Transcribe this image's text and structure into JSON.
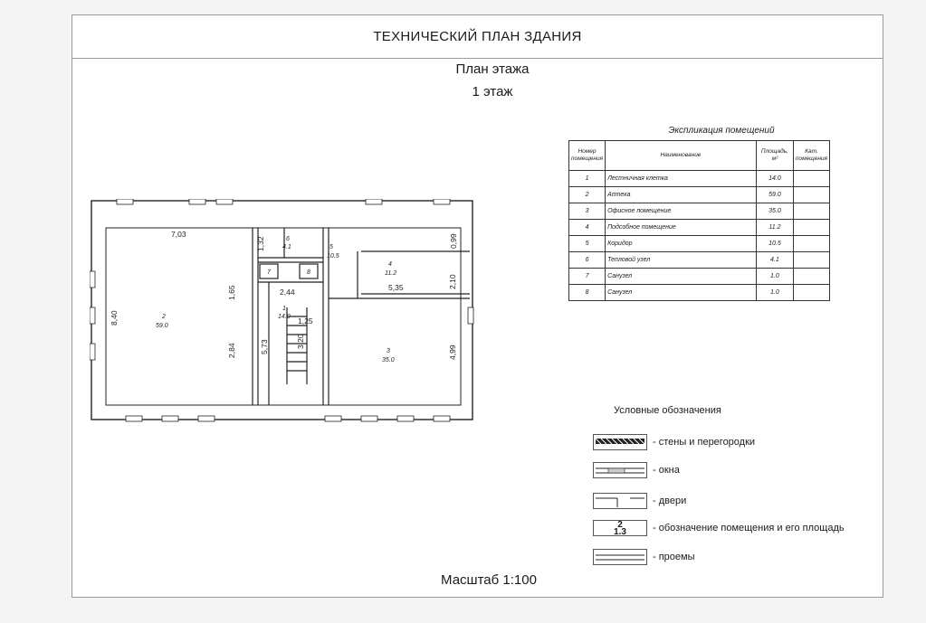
{
  "header": {
    "title": "ТЕХНИЧЕСКИЙ ПЛАН ЗДАНИЯ"
  },
  "plan": {
    "title": "План этажа",
    "floor": "1  этаж",
    "scale": "Масштаб 1:100",
    "dimensions": {
      "d703": "7,03",
      "d132": "1,32",
      "d099": "0,99",
      "d840": "8,40",
      "d165": "1,65",
      "d244": "2,44",
      "d535": "5,35",
      "d210": "2,10",
      "d125": "1,25",
      "d284": "2,84",
      "d573": "5,73",
      "d320": "3,20",
      "d499": "4,99"
    },
    "room_labels": [
      {
        "num": "2",
        "area": "59.0"
      },
      {
        "num": "6",
        "area": "4.1"
      },
      {
        "num": "5",
        "area": "10.5"
      },
      {
        "num": "4",
        "area": "11.2"
      },
      {
        "num": "7",
        "area": ""
      },
      {
        "num": "8",
        "area": ""
      },
      {
        "num": "1",
        "area": "14.0"
      },
      {
        "num": "3",
        "area": "35.0"
      }
    ]
  },
  "explication": {
    "title": "Экспликация помещений",
    "headers": {
      "num": "Номер помещения",
      "name": "Наименование",
      "area": "Площадь, м²",
      "cat": "Кат. помещения"
    },
    "rows": [
      {
        "num": "1",
        "name": "Лестничная клетка",
        "area": "14.0",
        "cat": ""
      },
      {
        "num": "2",
        "name": "Аптека",
        "area": "59.0",
        "cat": ""
      },
      {
        "num": "3",
        "name": "Офисное помещение",
        "area": "35.0",
        "cat": ""
      },
      {
        "num": "4",
        "name": "Подсобное помещение",
        "area": "11.2",
        "cat": ""
      },
      {
        "num": "5",
        "name": "Коридор",
        "area": "10.5",
        "cat": ""
      },
      {
        "num": "6",
        "name": "Тепловой узел",
        "area": "4.1",
        "cat": ""
      },
      {
        "num": "7",
        "name": "Санузел",
        "area": "1.0",
        "cat": ""
      },
      {
        "num": "8",
        "name": "Санузел",
        "area": "1.0",
        "cat": ""
      }
    ]
  },
  "legend": {
    "title": "Условные обозначения",
    "items": [
      {
        "label": "- стены и перегородки",
        "icon": "wall-symbol"
      },
      {
        "label": "- окна",
        "icon": "window-symbol"
      },
      {
        "label": "- двери",
        "icon": "door-symbol"
      },
      {
        "label": "- обозначение помещения и его площадь",
        "icon": "room-tag-symbol",
        "tag_num": "2",
        "tag_area": "1.3"
      },
      {
        "label": "- проемы",
        "icon": "opening-symbol"
      }
    ]
  }
}
